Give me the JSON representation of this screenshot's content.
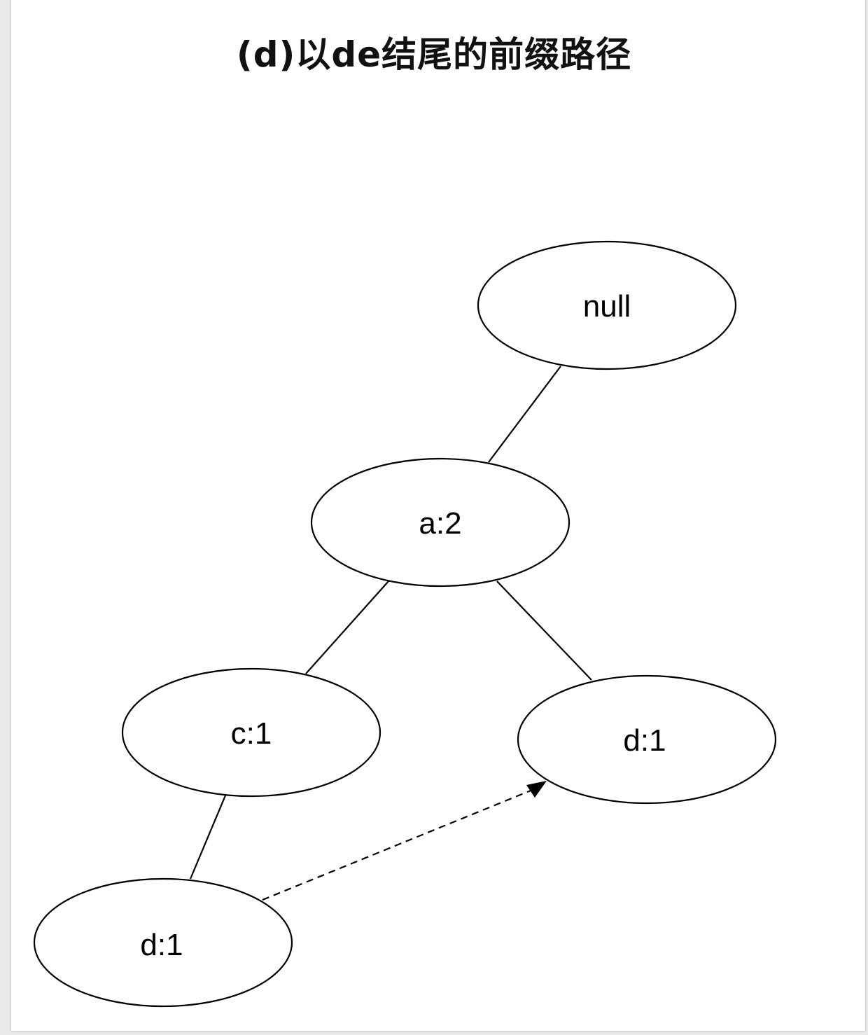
{
  "title": "(d)以de结尾的前缀路径",
  "nodes": [
    {
      "id": "root",
      "label": "null"
    },
    {
      "id": "a",
      "label": "a:2"
    },
    {
      "id": "c",
      "label": "c:1"
    },
    {
      "id": "d_right",
      "label": "d:1"
    },
    {
      "id": "d_bottom",
      "label": "d:1"
    }
  ],
  "edges": [
    {
      "from": "root",
      "to": "a",
      "style": "solid"
    },
    {
      "from": "a",
      "to": "c",
      "style": "solid"
    },
    {
      "from": "a",
      "to": "d_right",
      "style": "solid"
    },
    {
      "from": "c",
      "to": "d_bottom",
      "style": "solid"
    },
    {
      "from": "d_bottom",
      "to": "d_right",
      "style": "dashed-arrow"
    }
  ]
}
